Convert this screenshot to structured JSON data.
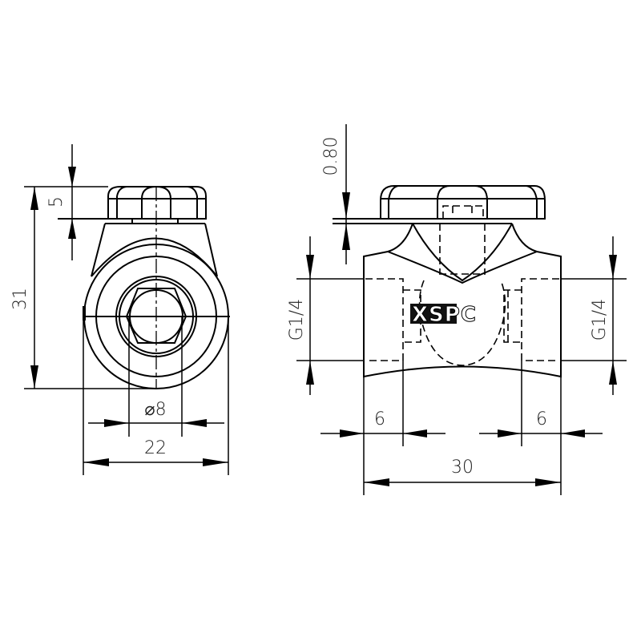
{
  "drawing": {
    "brand": "XSPC",
    "views": {
      "side_view": {
        "dimensions": {
          "overall_height": "31",
          "handle_height": "5",
          "bore_diameter": "⌀8",
          "overall_width": "22"
        }
      },
      "front_view": {
        "dimensions": {
          "handle_gap": "0.80",
          "thread_left": "G1/4",
          "thread_right": "G1/4",
          "thread_depth_left": "6",
          "thread_depth_right": "6",
          "overall_length": "30"
        }
      }
    },
    "colors": {
      "line": "#000000",
      "background": "#ffffff",
      "text": "#222222"
    }
  }
}
